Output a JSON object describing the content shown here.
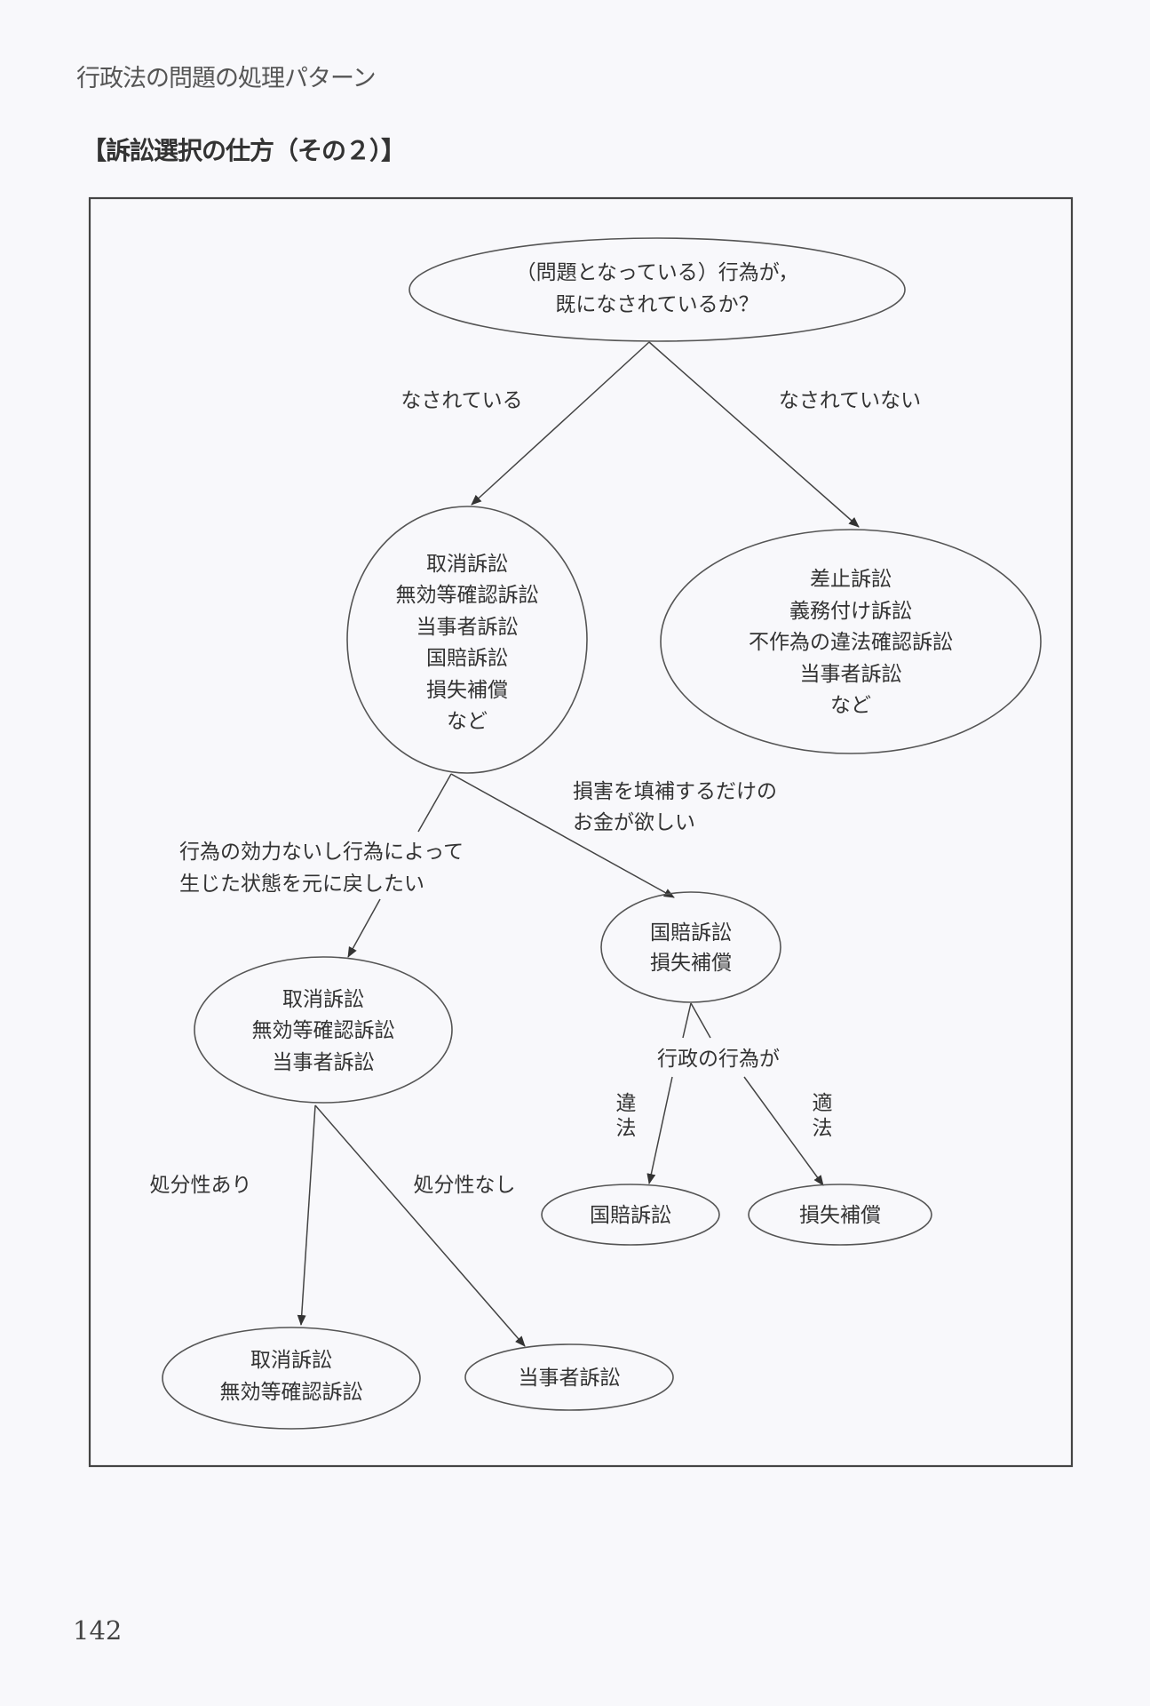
{
  "page_header": "行政法の問題の処理パターン",
  "section_title": "【訴訟選択の仕方（その２）】",
  "page_number": "142",
  "diagram": {
    "root": {
      "lines": [
        "（問題となっている）行為が，",
        "既になされているか？"
      ]
    },
    "edge_done": "なされている",
    "edge_not_done": "なされていない",
    "done_node": {
      "lines": [
        "取消訴訟",
        "無効等確認訴訟",
        "当事者訴訟",
        "国賠訴訟",
        "損失補償",
        "など"
      ]
    },
    "not_done_node": {
      "lines": [
        "差止訴訟",
        "義務付け訴訟",
        "不作為の違法確認訴訟",
        "当事者訴訟",
        "など"
      ]
    },
    "edge_restore": [
      "行為の効力ないし行為によって",
      "生じた状態を元に戻したい"
    ],
    "edge_money": [
      "損害を填補するだけの",
      "お金が欲しい"
    ],
    "restore_node": {
      "lines": [
        "取消訴訟",
        "無効等確認訴訟",
        "当事者訴訟"
      ]
    },
    "money_node": {
      "lines": [
        "国賠訴訟",
        "損失補償"
      ]
    },
    "admin_act_label": "行政の行為が",
    "illegal_label": [
      "違",
      "法"
    ],
    "legal_label": [
      "適",
      "法"
    ],
    "illegal_node": "国賠訴訟",
    "legal_node": "損失補償",
    "disposition_yes": "処分性あり",
    "disposition_no": "処分性なし",
    "yes_node": {
      "lines": [
        "取消訴訟",
        "無効等確認訴訟"
      ]
    },
    "no_node": "当事者訴訟"
  }
}
